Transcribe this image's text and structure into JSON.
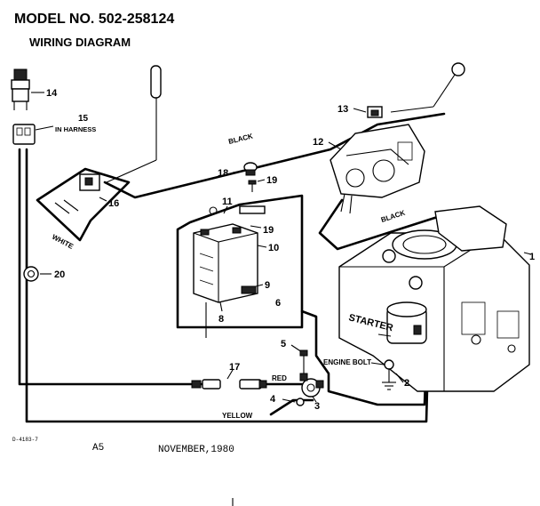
{
  "header": {
    "model": "MODEL NO. 502-258124",
    "subtitle": "WIRING DIAGRAM"
  },
  "callouts": {
    "c1": "1",
    "c2": "2",
    "c3": "3",
    "c4": "4",
    "c5": "5",
    "c6": "6",
    "c8": "8",
    "c9": "9",
    "c10": "10",
    "c11": "11",
    "c12": "12",
    "c13": "13",
    "c14": "14",
    "c15": "15",
    "c15_note": "IN HARNESS",
    "c16": "16",
    "c17": "17",
    "c18": "18",
    "c19a": "19",
    "c19b": "19",
    "c20": "20"
  },
  "wire_labels": {
    "black_top": "BLACK",
    "black_right": "BLACK",
    "white": "WHITE",
    "red": "RED",
    "yellow": "YELLOW"
  },
  "part_labels": {
    "starter": "STARTER",
    "engine_bolt": "ENGINE BOLT"
  },
  "footer": {
    "doc_code": "D-4183-7",
    "page": "A5",
    "date": "NOVEMBER,1980"
  }
}
